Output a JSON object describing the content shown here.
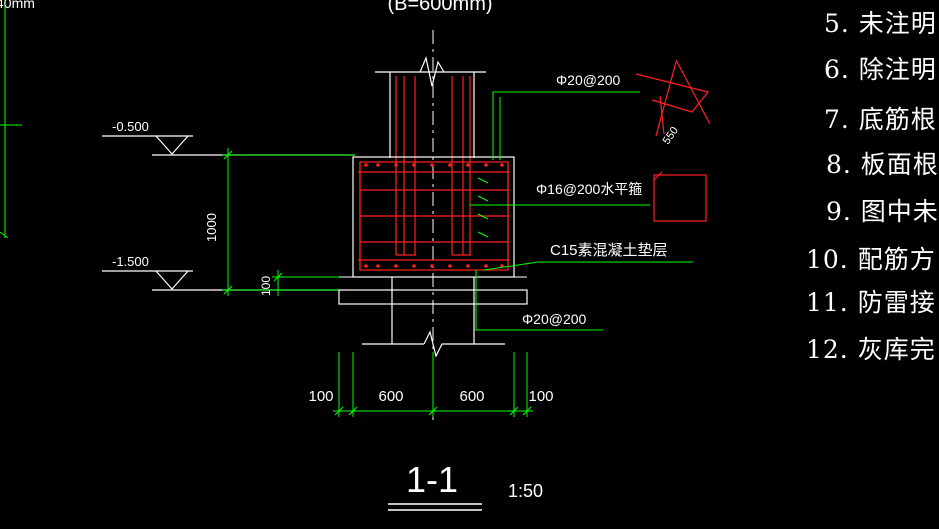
{
  "drawing": {
    "top_label": "(B=600mm)",
    "top_left_fragment": "40mm",
    "section_title": "1-1",
    "scale": "1:50"
  },
  "levels": {
    "upper": "-0.500",
    "lower": "-1.500"
  },
  "dimensions": {
    "height": "1000",
    "pad": "100",
    "widths": [
      "100",
      "600",
      "600",
      "100"
    ],
    "hook": "550"
  },
  "rebar": {
    "top_bar": "Φ20@200",
    "horizontal_stirrup": "Φ16@200水平箍",
    "bottom_bar": "Φ20@200",
    "cushion": "C15素混凝土垫层"
  },
  "notes": [
    "5. 未注明",
    "6. 除注明",
    "7. 底筋根",
    "8. 板面根",
    "9. 图中未",
    "10. 配筋方",
    "11. 防雷接",
    "12. 灰库完"
  ],
  "colors": {
    "background": "#000000",
    "line": "#ffffff",
    "dim": "#00ff00",
    "rebar": "#ff2020",
    "gray": "#9a9a9a"
  }
}
